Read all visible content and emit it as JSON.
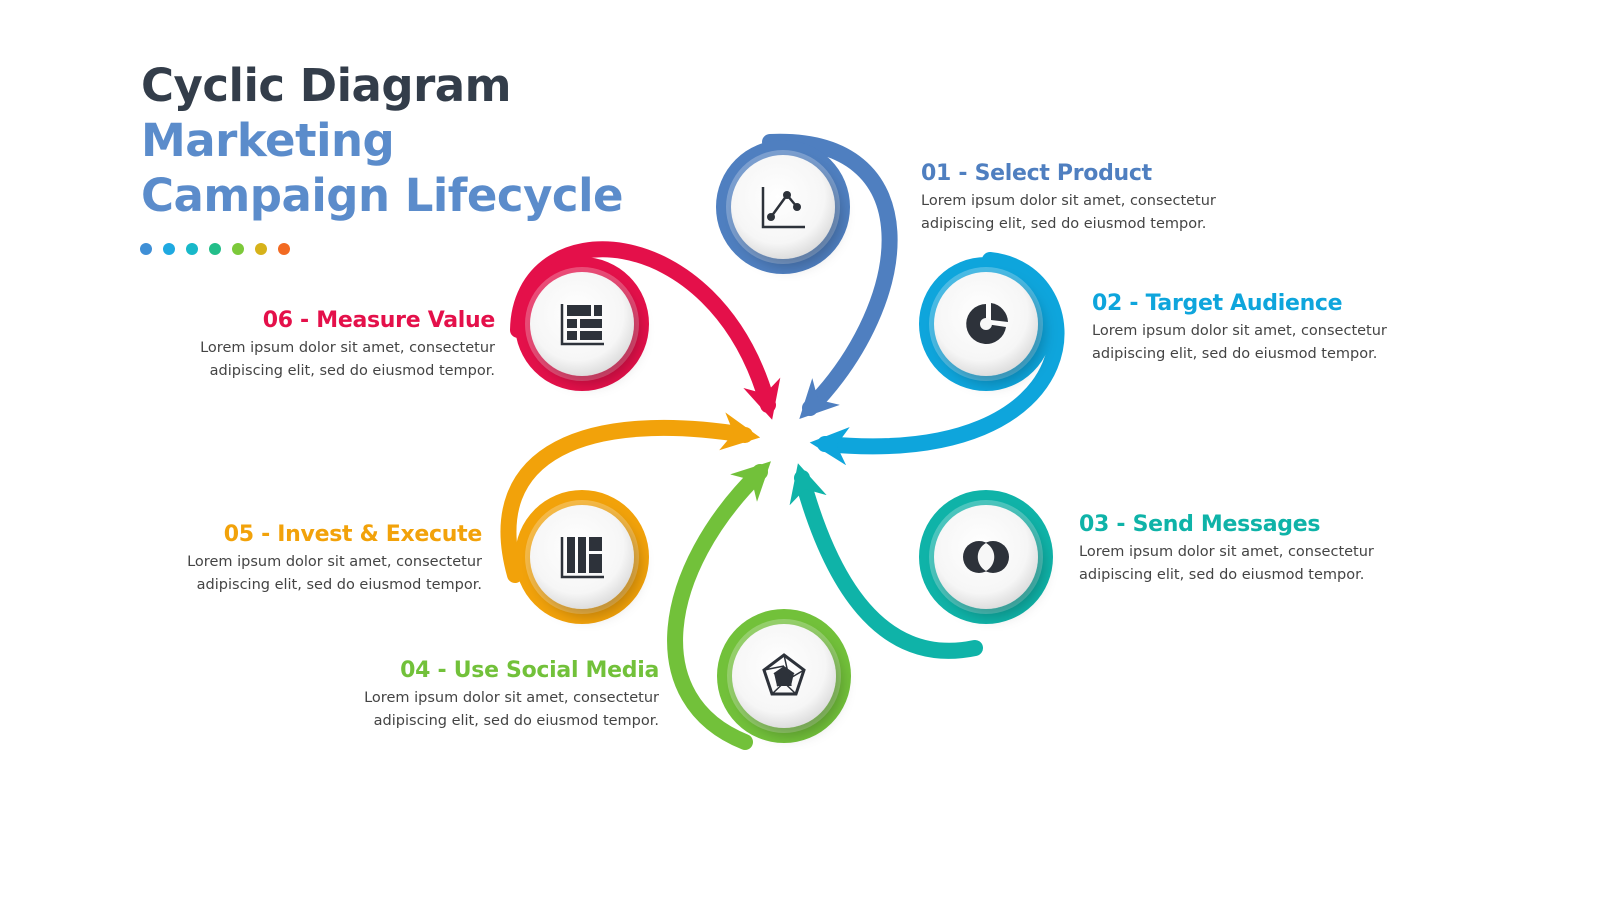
{
  "title": {
    "line1": "Cyclic Diagram",
    "line2": "Marketing",
    "line3": "Campaign Lifecycle"
  },
  "dots": [
    "#3f8fd6",
    "#1fa9e1",
    "#18b8c9",
    "#23be8a",
    "#7cc93a",
    "#d6b21a",
    "#f26a22"
  ],
  "steps": [
    {
      "title": "01 - Select Product",
      "line1": "Lorem ipsum dolor sit amet, consectetur",
      "line2": "adipiscing elit, sed do eiusmod tempor.",
      "color": "#4f7fc0",
      "icon": "line-chart-icon"
    },
    {
      "title": "02 - Target Audience",
      "line1": "Lorem ipsum dolor sit amet, consectetur",
      "line2": "adipiscing elit, sed do eiusmod tempor.",
      "color": "#0ea5dc",
      "icon": "pie-chart-icon"
    },
    {
      "title": "03 - Send Messages",
      "line1": "Lorem ipsum dolor sit amet, consectetur",
      "line2": "adipiscing elit, sed do eiusmod tempor.",
      "color": "#0fb3a8",
      "icon": "venn-diagram-icon"
    },
    {
      "title": "04 - Use Social Media",
      "line1": "Lorem ipsum dolor sit amet, consectetur",
      "line2": "adipiscing elit, sed do eiusmod tempor.",
      "color": "#72c13a",
      "icon": "radar-chart-icon"
    },
    {
      "title": "05 - Invest & Execute",
      "line1": "Lorem ipsum dolor sit amet, consectetur",
      "line2": "adipiscing elit, sed do eiusmod tempor.",
      "color": "#f2a20a",
      "icon": "treemap-icon"
    },
    {
      "title": "06 - Measure Value",
      "line1": "Lorem ipsum dolor sit amet, consectetur",
      "line2": "adipiscing elit, sed do eiusmod tempor.",
      "color": "#e4104a",
      "icon": "table-layout-icon"
    }
  ]
}
